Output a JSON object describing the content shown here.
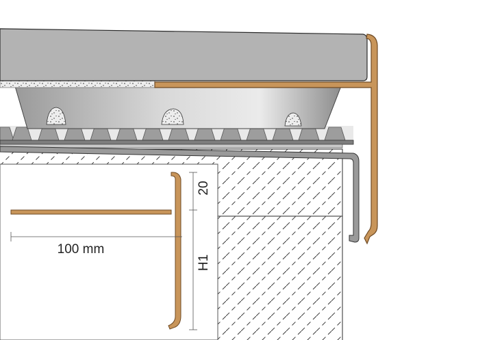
{
  "labels": {
    "width": "100 mm",
    "flange_height": "20",
    "profile_height": "H1"
  },
  "colors": {
    "profile_fill": "#c8955a",
    "profile_stroke": "#6e4a24",
    "tile_top": "#b4b4b4",
    "tile_front": "#a6a6a6",
    "screed": "#d7d7d7",
    "outline": "#2a2a2a",
    "hatch": "#3a3a3a",
    "dimension": "#555555"
  }
}
